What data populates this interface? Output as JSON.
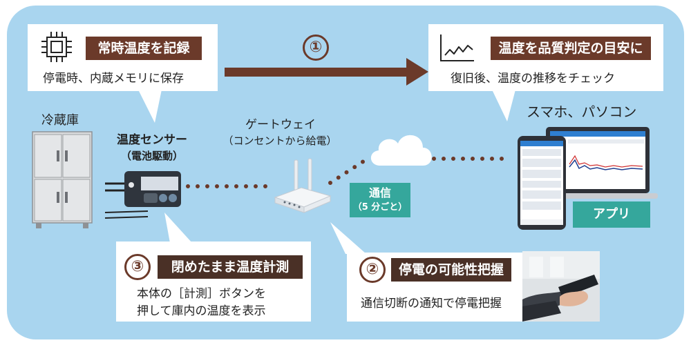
{
  "labels": {
    "fridge": "冷蔵庫",
    "sensor_line1": "温度センサー",
    "sensor_line2": "（電池駆動）",
    "gateway_line1": "ゲートウェイ",
    "gateway_line2": "（コンセントから給電）",
    "devices": "スマホ、パソコン",
    "comm_title": "通信",
    "comm_sub": "（5 分ごと）",
    "app": "アプリ"
  },
  "callouts": {
    "record": {
      "title": "常時温度を記録",
      "text": "停電時、内蔵メモリに保存"
    },
    "quality": {
      "title": "温度を品質判定の目安に",
      "text": "復旧後、温度の推移をチェック"
    },
    "measure": {
      "number": "③",
      "title": "閉めたまま温度計測",
      "text_line1": "本体の［計測］ボタンを",
      "text_line2": "押して庫内の温度を表示"
    },
    "outage": {
      "number": "②",
      "title": "停電の可能性把握",
      "text": "通信切断の通知で停電把握"
    }
  },
  "flow": {
    "number": "①"
  },
  "colors": {
    "panel": "#a9d5ef",
    "brown": "#6b3a2a",
    "dark_brown": "#4a3026",
    "teal": "#35a79c"
  },
  "icons": [
    "chip-icon",
    "line-graph-icon",
    "fridge-illustration",
    "sensor-illustration",
    "router-illustration",
    "cloud-icon",
    "phone-illustration",
    "laptop-illustration",
    "hand-phone-photo"
  ]
}
